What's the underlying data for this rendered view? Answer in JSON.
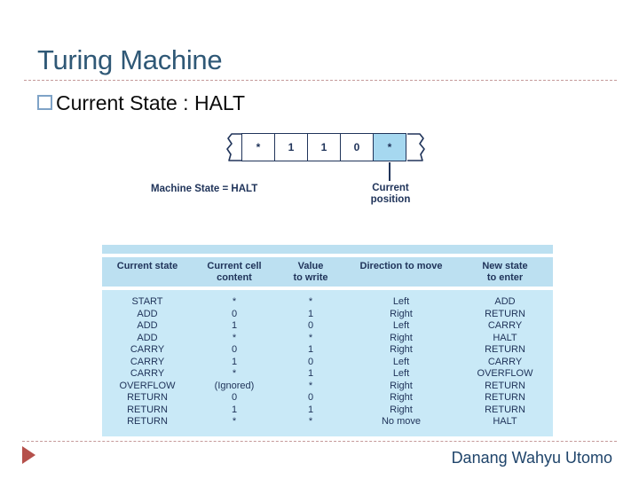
{
  "slide": {
    "title": "Turing Machine",
    "bullet_text": "Current State : HALT",
    "footer_author": "Danang Wahyu Utomo"
  },
  "diagram": {
    "machine_state_label": "Machine State = HALT",
    "current_position_label": "Current\nposition",
    "tape_cells": [
      {
        "value": "*",
        "highlighted": false
      },
      {
        "value": "1",
        "highlighted": false
      },
      {
        "value": "1",
        "highlighted": false
      },
      {
        "value": "0",
        "highlighted": false
      },
      {
        "value": "*",
        "highlighted": true
      }
    ]
  },
  "table": {
    "headers": [
      "Current state",
      "Current cell\ncontent",
      "Value\nto write",
      "Direction to move",
      "New state\nto enter"
    ],
    "rows": [
      [
        "START",
        "*",
        "*",
        "Left",
        "ADD"
      ],
      [
        "ADD",
        "0",
        "1",
        "Right",
        "RETURN"
      ],
      [
        "ADD",
        "1",
        "0",
        "Left",
        "CARRY"
      ],
      [
        "ADD",
        "*",
        "*",
        "Right",
        "HALT"
      ],
      [
        "CARRY",
        "0",
        "1",
        "Right",
        "RETURN"
      ],
      [
        "CARRY",
        "1",
        "0",
        "Left",
        "CARRY"
      ],
      [
        "CARRY",
        "*",
        "1",
        "Left",
        "OVERFLOW"
      ],
      [
        "OVERFLOW",
        "(Ignored)",
        "*",
        "Right",
        "RETURN"
      ],
      [
        "RETURN",
        "0",
        "0",
        "Right",
        "RETURN"
      ],
      [
        "RETURN",
        "1",
        "1",
        "Right",
        "RETURN"
      ],
      [
        "RETURN",
        "*",
        "*",
        "No move",
        "HALT"
      ]
    ]
  },
  "colors": {
    "title_color": "#2F5876",
    "divider_color": "#C59A9A",
    "bullet_outline": "#7FA3C7",
    "ink": "#20345A",
    "tape_highlight": "#A6D8F0",
    "table_header_bg": "#BCE0F1",
    "table_body_bg": "#C9E9F7",
    "triangle_color": "#B5504B",
    "credit_color": "#20456B"
  }
}
